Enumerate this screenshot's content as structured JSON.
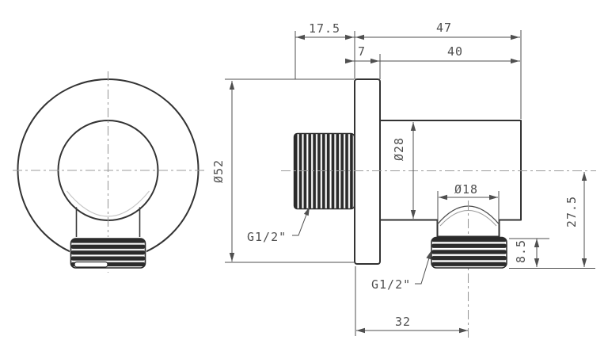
{
  "drawing": {
    "type": "technical-orthographic-drawing",
    "subject": "shower wall outlet elbow, front view and side view",
    "colors": {
      "background": "#ffffff",
      "object_line": "#333333",
      "thread_fill": "#2b2b2b",
      "dimension_line": "#4f4f4f",
      "centerline": "#9b9b9b"
    },
    "dims": {
      "wall_thread_length": "17.5",
      "total_depth": "47",
      "plate_thickness": "7",
      "body_length": "40",
      "plate_diameter": "Ø52",
      "body_diameter": "Ø28",
      "outlet_diameter": "Ø18",
      "outlet_thread_height": "8.5",
      "outlet_drop": "27.5",
      "outlet_offset": "32",
      "wall_thread_spec": "G1/2\"",
      "outlet_thread_spec": "G1/2\""
    }
  }
}
